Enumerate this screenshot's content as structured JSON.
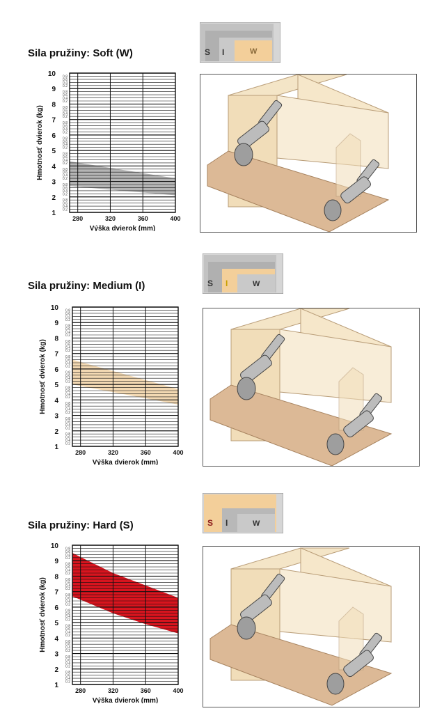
{
  "panels": [
    {
      "title": "Sila pružiny: Soft (W)",
      "selector": {
        "letters": [
          "S",
          "I",
          "W"
        ],
        "active": "W",
        "active_color": "#8a6a3a"
      },
      "chart_data": {
        "type": "area",
        "x": [
          270,
          400
        ],
        "band_lower": [
          2.7,
          2.1
        ],
        "band_upper": [
          4.3,
          3.2
        ],
        "band_color": "#8d8d8d",
        "band_opacity": 0.65,
        "xticks": [
          "280",
          "320",
          "360",
          "400"
        ],
        "xtick_values": [
          280,
          320,
          360,
          400
        ],
        "yticks": [
          "1",
          "2",
          "3",
          "4",
          "5",
          "6",
          "7",
          "8",
          "9",
          "10"
        ],
        "minor_labels": [
          "0.2",
          "0.4",
          "0.6",
          "0.8"
        ],
        "xlabel": "Výška dvierok (mm)",
        "ylabel": "Hmotnosť dvierok (kg)",
        "xlim": [
          270,
          400
        ],
        "ylim": [
          1,
          10
        ]
      }
    },
    {
      "title": "Sila pružiny: Medium (I)",
      "selector": {
        "letters": [
          "S",
          "I",
          "W"
        ],
        "active": "I",
        "active_color": "#c8a000"
      },
      "chart_data": {
        "type": "area",
        "x": [
          270,
          400
        ],
        "band_lower": [
          5.0,
          3.7
        ],
        "band_upper": [
          6.6,
          4.7
        ],
        "band_color": "#f0cfa0",
        "band_opacity": 0.8,
        "xticks": [
          "280",
          "320",
          "360",
          "400"
        ],
        "xtick_values": [
          280,
          320,
          360,
          400
        ],
        "yticks": [
          "1",
          "2",
          "3",
          "4",
          "5",
          "6",
          "7",
          "8",
          "9",
          "10"
        ],
        "minor_labels": [
          "0.2",
          "0.4",
          "0.6",
          "0.8"
        ],
        "xlabel": "Výška dvierok (mm)",
        "ylabel": "Hmotnosť dvierok (kg)",
        "xlim": [
          270,
          400
        ],
        "ylim": [
          1,
          10
        ]
      }
    },
    {
      "title": "Sila pružiny: Hard (S)",
      "selector": {
        "letters": [
          "S",
          "I",
          "W"
        ],
        "active": "S",
        "active_color": "#8b1a1a"
      },
      "chart_data": {
        "type": "area",
        "x": [
          270,
          320,
          360,
          400
        ],
        "band_lower": [
          6.7,
          5.6,
          4.9,
          4.3
        ],
        "band_upper": [
          9.5,
          8.2,
          7.4,
          6.6
        ],
        "band_color": "#d8141e",
        "band_opacity": 1,
        "xticks": [
          "280",
          "320",
          "360",
          "400"
        ],
        "xtick_values": [
          280,
          320,
          360,
          400
        ],
        "yticks": [
          "1",
          "2",
          "3",
          "4",
          "5",
          "6",
          "7",
          "8",
          "9",
          "10"
        ],
        "minor_labels": [
          "0.2",
          "0.4",
          "0.6",
          "0.8"
        ],
        "xlabel": "Výška dvierok (mm)",
        "ylabel": "Hmotnosť dvierok (kg)",
        "xlim": [
          270,
          400
        ],
        "ylim": [
          1,
          10
        ]
      }
    }
  ]
}
